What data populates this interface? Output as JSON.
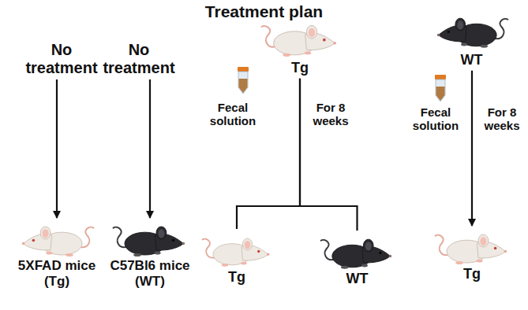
{
  "diagram": {
    "title": "Treatment plan",
    "nodes": [
      {
        "text": [
          "No treatment"
        ]
      },
      {
        "text": [
          "No treatment"
        ]
      },
      {
        "text": [
          "Tg"
        ]
      },
      {
        "text": [
          "WT"
        ]
      },
      {
        "text": [
          "5XFAD mice (Tg)"
        ]
      },
      {
        "text": [
          "C57Bl6 mice (WT)"
        ]
      },
      {
        "text": [
          "Tg"
        ]
      },
      {
        "text": [
          "WT"
        ]
      },
      {
        "text": [
          "Tg"
        ]
      }
    ],
    "edges": [
      {
        "from": 0,
        "to": 4,
        "arrow": "to"
      },
      {
        "from": 1,
        "to": 5,
        "arrow": "to"
      },
      {
        "from": 2,
        "to": 6,
        "arrow": "none"
      },
      {
        "from": 2,
        "to": 7,
        "arrow": "none"
      },
      {
        "from": 3,
        "to": 8,
        "arrow": "to"
      }
    ],
    "labels": [
      "Fecal solution",
      "For 8 weeks",
      "Fecal solution",
      "For 8 weeks"
    ]
  }
}
